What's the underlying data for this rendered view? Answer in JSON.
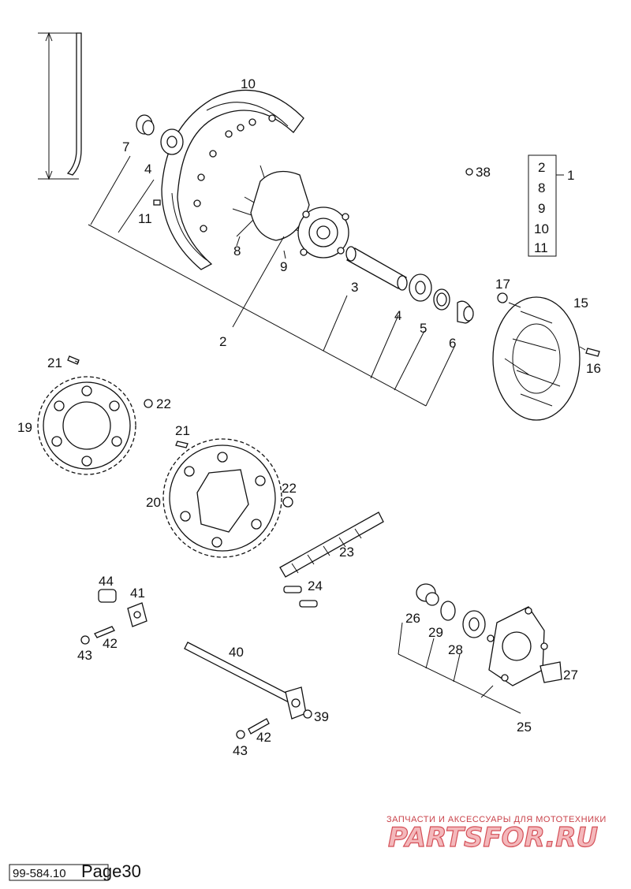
{
  "labels": {
    "p1": "1",
    "p2": "2",
    "p3": "3",
    "p4": "4",
    "p5": "5",
    "p6": "6",
    "p7": "7",
    "p8": "8",
    "p9": "9",
    "p10": "10",
    "p11": "11",
    "p15": "15",
    "p16": "16",
    "p17": "17",
    "p19": "19",
    "p20": "20",
    "p21": "21",
    "p22": "22",
    "p23": "23",
    "p24": "24",
    "p25": "25",
    "p26": "26",
    "p27": "27",
    "p28": "28",
    "p29": "29",
    "p38": "38",
    "p39": "39",
    "p40": "40",
    "p41": "41",
    "p42": "42",
    "p43": "43",
    "p44": "44"
  },
  "kit_box": [
    "2",
    "8",
    "9",
    "10",
    "11"
  ],
  "kit_label": "1",
  "watermark": {
    "tagline": "ЗАПЧАСТИ И АКСЕССУАРЫ ДЛЯ МОТОТЕХНИКИ",
    "brand": "PARTSFOR.RU"
  },
  "footer": {
    "code": "99-584.10",
    "page": "Page30"
  }
}
